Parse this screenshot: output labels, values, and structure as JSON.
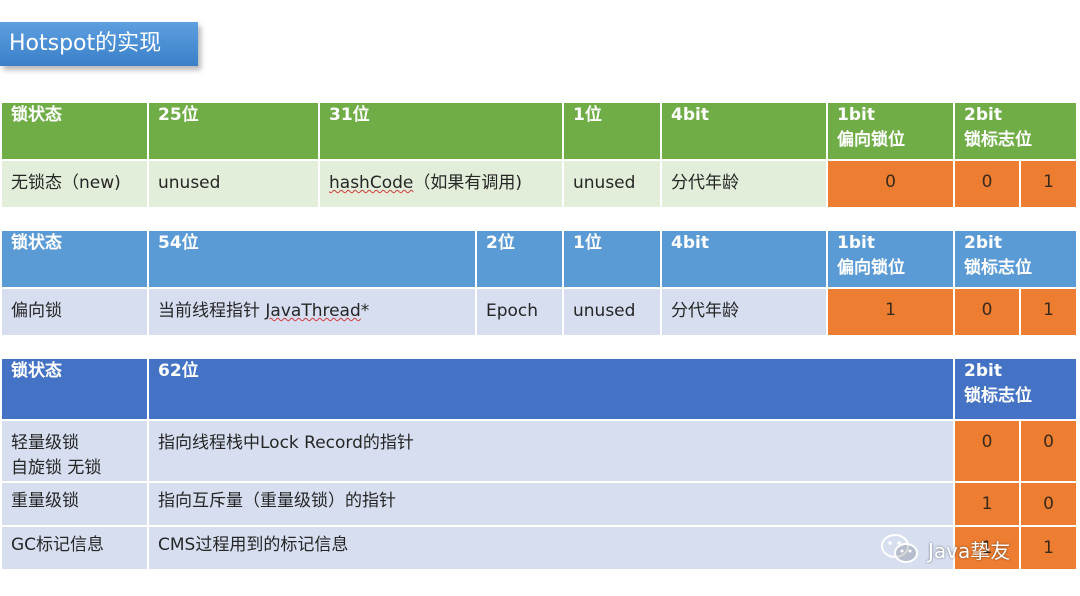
{
  "title": "Hotspot的实现",
  "table1": {
    "headers": [
      "锁状态",
      "25位",
      "31位",
      "1位",
      "4bit",
      "1bit",
      "偏向锁位",
      "2bit",
      "锁标志位"
    ],
    "row": [
      "无锁态（new)",
      "unused",
      "hashCode",
      "（如果有调用)",
      "unused",
      "分代年龄",
      "0",
      "0",
      "1"
    ]
  },
  "table2": {
    "headers": [
      "锁状态",
      "54位",
      "2位",
      "1位",
      "4bit",
      "1bit",
      "偏向锁位",
      "2bit",
      "锁标志位"
    ],
    "row": [
      "偏向锁",
      "当前线程指针 ",
      "JavaThread",
      "*",
      "Epoch",
      "unused",
      "分代年龄",
      "1",
      "0",
      "1"
    ]
  },
  "table3": {
    "headers": [
      "锁状态",
      "62位",
      "2bit",
      "锁标志位"
    ],
    "rows": [
      {
        "state_line1": "轻量级锁",
        "state_line2": "自旋锁 无锁",
        "desc": "指向线程栈中Lock Record的指针",
        "b1": "0",
        "b2": "0"
      },
      {
        "state_line1": "重量级锁",
        "desc": "指向互斥量（重量级锁）的指针",
        "b1": "1",
        "b2": "0"
      },
      {
        "state_line1": "GC标记信息",
        "desc": "CMS过程用到的标记信息",
        "b1": "1",
        "b2": "1"
      }
    ]
  },
  "watermark": {
    "text": "Java挚友",
    "icon": "wechat-icon"
  }
}
